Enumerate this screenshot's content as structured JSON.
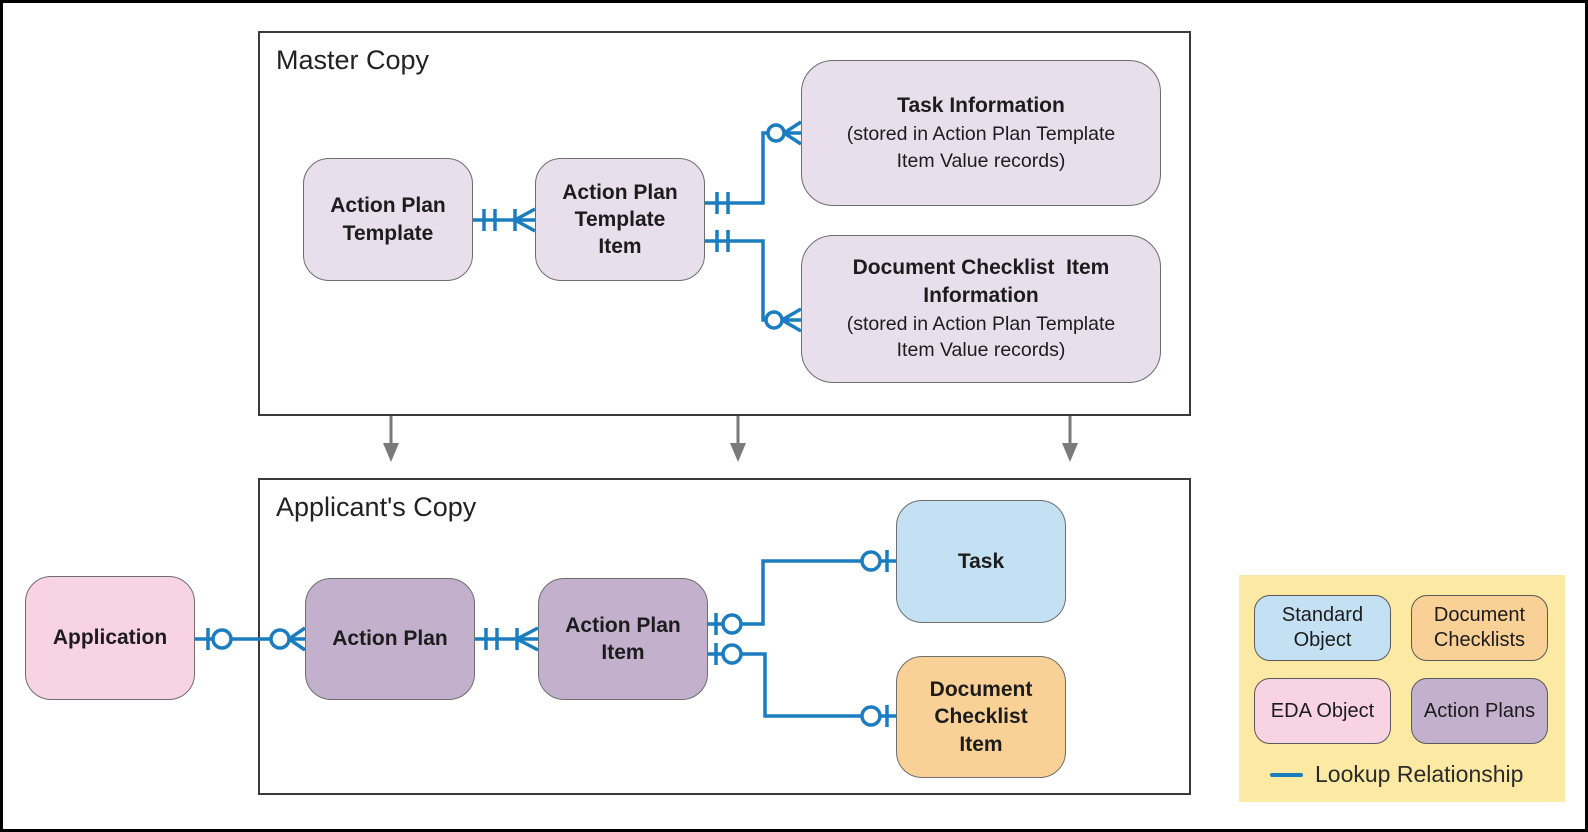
{
  "palette": {
    "connector_blue": "#1b7dbf",
    "arrow_gray": "#7a7a7a",
    "template_lavender": "#e8deec",
    "action_plans_purple": "#c2b0cc",
    "eda_pink": "#f8d3e1",
    "standard_blue": "#c3e1f3",
    "document_checklists_orange": "#f9d096",
    "legend_yellow": "#fce9a3"
  },
  "master_section": {
    "title": "Master Copy"
  },
  "applicant_section": {
    "title": "Applicant's Copy"
  },
  "entities": {
    "action_plan_template": {
      "label": "Action Plan\nTemplate"
    },
    "action_plan_template_item": {
      "label": "Action Plan\nTemplate\nItem"
    },
    "task_information": {
      "title": "Task Information",
      "subtitle": "(stored in Action Plan Template\nItem Value records)"
    },
    "document_checklist_item_information": {
      "title": "Document Checklist  Item\nInformation",
      "subtitle": "(stored in Action Plan Template\nItem Value records)"
    },
    "application": {
      "label": "Application"
    },
    "action_plan": {
      "label": "Action Plan"
    },
    "action_plan_item": {
      "label": "Action Plan\nItem"
    },
    "task": {
      "label": "Task"
    },
    "document_checklist_item": {
      "label": "Document\nChecklist\nItem"
    }
  },
  "legend": {
    "items": [
      {
        "label": "Standard\nObject",
        "color": "#c3e1f3"
      },
      {
        "label": "Document\nChecklists",
        "color": "#f9d096"
      },
      {
        "label": "EDA Object",
        "color": "#f8d3e1"
      },
      {
        "label": "Action Plans",
        "color": "#c2b0cc"
      }
    ],
    "lookup_label": "Lookup Relationship",
    "lookup_line_color": "#1b7dbf"
  }
}
